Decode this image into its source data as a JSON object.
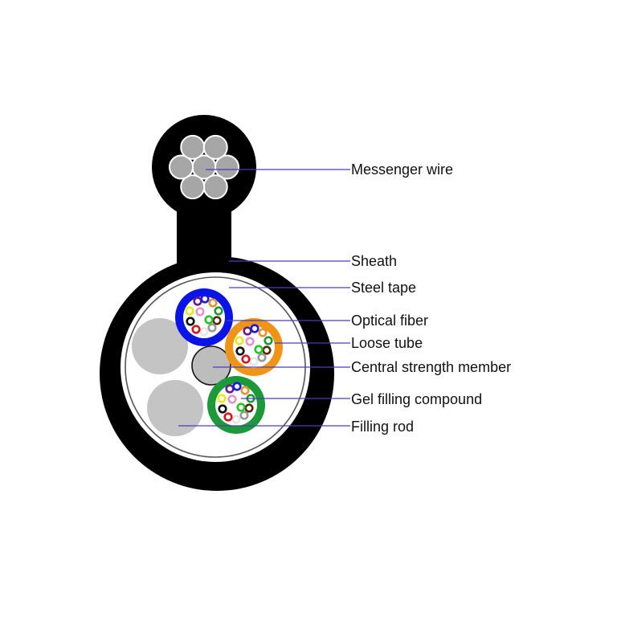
{
  "diagram": {
    "title": "Figure-8 aerial optical fiber cable cross-section",
    "colors": {
      "background": "#ffffff",
      "sheath": "#000000",
      "core_fill": "#ffffff",
      "steel_tape": "#555555",
      "messenger_strand": "#a6a6a6",
      "messenger_strand_outline": "#ffffff",
      "filling_rod": "#c4c4c4",
      "central_member": "#bdbdbd",
      "leader_line": "#4a3fb8"
    },
    "loose_tubes": [
      {
        "name": "blue-tube",
        "color": "#0a14e6"
      },
      {
        "name": "orange-tube",
        "color": "#f09418"
      },
      {
        "name": "green-tube",
        "color": "#1c9a3a"
      }
    ],
    "fiber_colors": [
      {
        "name": "blue",
        "color": "#1a1ae0"
      },
      {
        "name": "orange",
        "color": "#e0952f"
      },
      {
        "name": "green",
        "color": "#1c9a3a"
      },
      {
        "name": "brown",
        "color": "#5a2a10"
      },
      {
        "name": "slate",
        "color": "#9a9a9a"
      },
      {
        "name": "white",
        "color": "#e6e6e6"
      },
      {
        "name": "red",
        "color": "#d8141e"
      },
      {
        "name": "black",
        "color": "#111111"
      },
      {
        "name": "yellow",
        "color": "#e8e81a"
      },
      {
        "name": "violet",
        "color": "#6a1a8a"
      },
      {
        "name": "rose",
        "color": "#e096c8"
      },
      {
        "name": "aqua-green",
        "color": "#22c822"
      }
    ],
    "labels": [
      {
        "id": "messenger-wire",
        "text": "Messenger wire"
      },
      {
        "id": "sheath",
        "text": "Sheath"
      },
      {
        "id": "steel-tape",
        "text": "Steel tape"
      },
      {
        "id": "optical-fiber",
        "text": "Optical fiber"
      },
      {
        "id": "loose-tube",
        "text": "Loose tube"
      },
      {
        "id": "central-strength-member",
        "text": "Central strength member"
      },
      {
        "id": "gel-filling-compound",
        "text": "Gel filling compound"
      },
      {
        "id": "filling-rod",
        "text": "Filling rod"
      }
    ]
  }
}
